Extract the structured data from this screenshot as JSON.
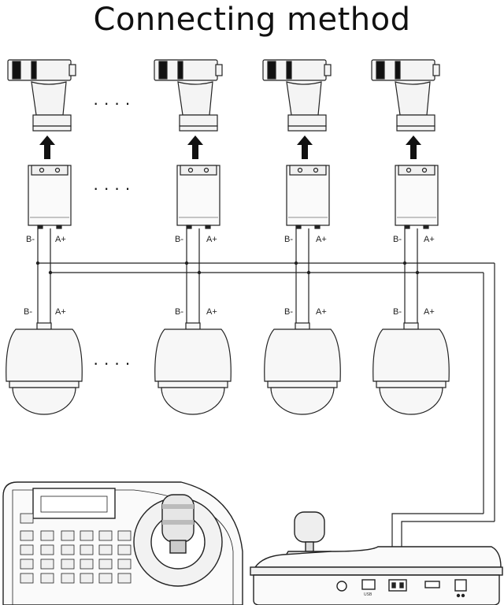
{
  "title": "Connecting method",
  "ellipsis": "· · · ·",
  "columns": [
    {
      "id": "c1",
      "decoder_b": "B-",
      "decoder_a": "A+",
      "dome_b": "B-",
      "dome_a": "A+"
    },
    {
      "id": "c2",
      "decoder_b": "B-",
      "decoder_a": "A+",
      "dome_b": "B-",
      "dome_a": "A+"
    },
    {
      "id": "c3",
      "decoder_b": "B-",
      "decoder_a": "A+",
      "dome_b": "B-",
      "dome_a": "A+"
    },
    {
      "id": "c4",
      "decoder_b": "B-",
      "decoder_a": "A+",
      "dome_b": "B-",
      "dome_a": "A+"
    }
  ],
  "controller": {
    "port_label": "USB"
  },
  "colors": {
    "line": "#222222",
    "fill": "#f4f4f4",
    "dark": "#111111"
  }
}
